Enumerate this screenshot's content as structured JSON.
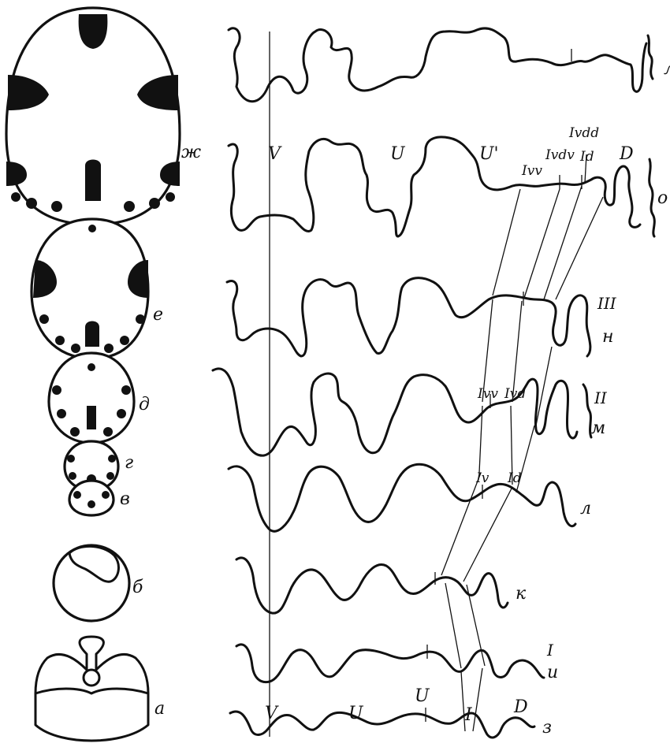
{
  "left_column": {
    "stage_zh": "ж",
    "stage_e": "е",
    "stage_d": "д",
    "stage_g": "г",
    "stage_v": "в",
    "stage_b": "б",
    "stage_a": "а"
  },
  "right_column": {
    "row_l_top": "л",
    "row_o": "о",
    "row_n": "н",
    "row_m": "м",
    "row_l": "л",
    "row_k": "к",
    "row_i": "и",
    "row_z": "з",
    "roman_III": "III",
    "roman_II": "II",
    "roman_I": "I"
  },
  "lobe_labels": {
    "V_top": "V",
    "U_top": "U",
    "U_prime": "U'",
    "Ivv": "Ivv",
    "Ivdv": "Ivdv",
    "Ivdd": "Ivdd",
    "Id_top": "Id",
    "D_top": "D",
    "Ivv_mid": "Ivv",
    "Ivd_mid": "Ivd",
    "Iv_low": "Iv",
    "Id_low": "Id",
    "V_bottom": "V",
    "U_bottom": "U",
    "U_bottom2": "U",
    "I_bottom": "I",
    "D_bottom": "D"
  }
}
